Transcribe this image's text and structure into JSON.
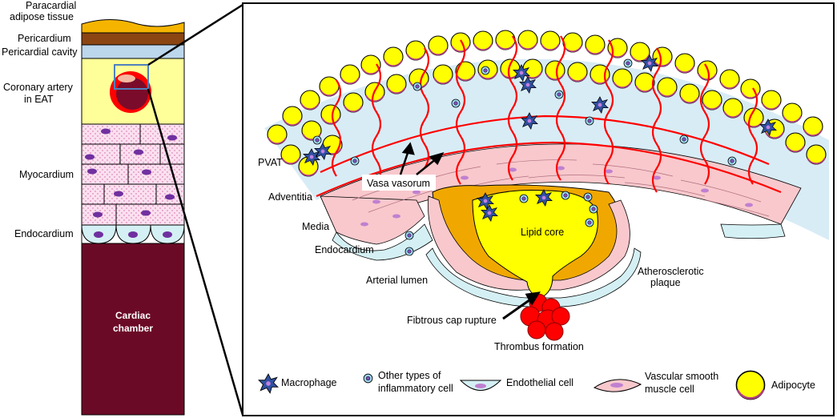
{
  "left_column": {
    "paracardial_line1": "Paracardial",
    "paracardial_line2": "adipose tissue",
    "pericardium": "Pericardium",
    "pericardial_cavity": "Pericardial cavity",
    "coronary_line1": "Coronary artery",
    "coronary_line2": "in EAT",
    "myocardium": "Myocardium",
    "endocardium": "Endocardium",
    "chamber_line1": "Cardiac",
    "chamber_line2": "chamber"
  },
  "zoom": {
    "pvat": "PVAT",
    "vasa_vasorum": "Vasa vasorum",
    "adventitia": "Adventitia",
    "media": "Media",
    "endocardium": "Endocardium",
    "lipid_core": "Lipid core",
    "arterial_lumen": "Arterial lumen",
    "plaque_line1": "Atherosclerotic",
    "plaque_line2": "plaque",
    "rupture": "Fibtrous cap rupture",
    "thrombus": "Thrombus formation"
  },
  "legend": {
    "macrophage": "Macrophage",
    "inflammatory_line1": "Other types of",
    "inflammatory_line2": "inflammatory cell",
    "endothelial": "Endothelial  cell",
    "vsmc_line1": "Vascular smooth",
    "vsmc_line2": "muscle cell",
    "adipocyte": "Adipocyte"
  },
  "colors": {
    "adipose": "#f5b400",
    "pericardium": "#8b4513",
    "cavity": "#bcd6ec",
    "eat": "#ffff99",
    "artery_wall": "#ff0000",
    "lumen_dark": "#7a0b2a",
    "myocyte": "#fbe0f0",
    "nucleus": "#7030a0",
    "chamber": "#6b0a26",
    "adipocyte": "#ffff00",
    "vsmc": "#f8c8cc",
    "endothelial": "#d4f0f4",
    "lipid_core": "#ffff00",
    "plaque_orange": "#f0a800",
    "vasa": "#ff0000",
    "macrophage": "#3050a0",
    "thrombus": "#ff0000"
  }
}
